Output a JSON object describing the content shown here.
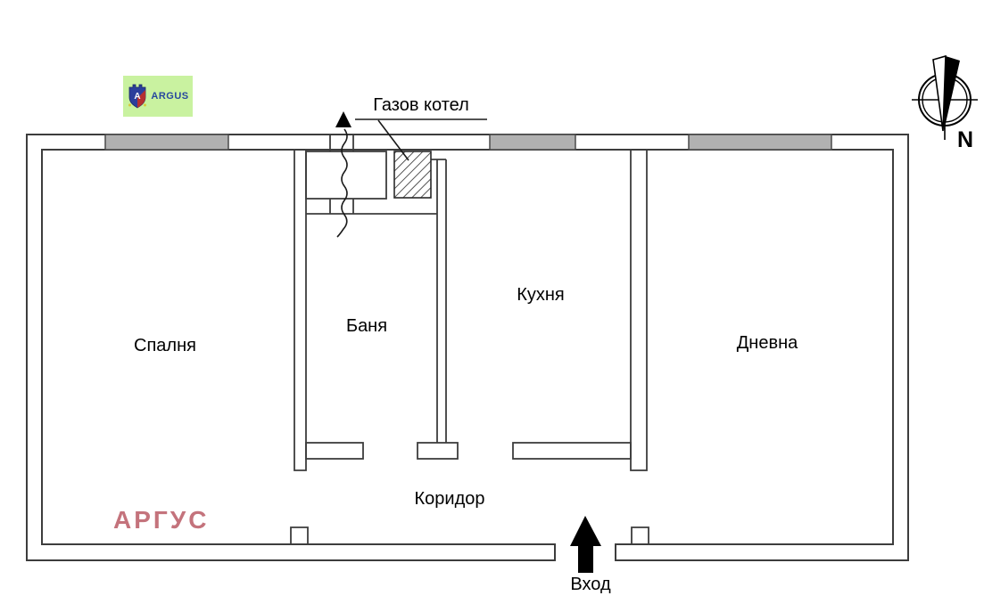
{
  "title": "Apartment floor plan",
  "branding": {
    "logo_text": "ARGUS",
    "watermark": "АРГУС"
  },
  "rooms": {
    "bedroom": "Спалня",
    "bathroom": "Баня",
    "kitchen": "Кухня",
    "living": "Дневна",
    "corridor": "Коридор"
  },
  "annotations": {
    "boiler": "Газов котел",
    "entrance": "Вход",
    "compass_north": "N"
  },
  "icons": {
    "compass": "compass-rose-icon",
    "entrance_arrow": "up-arrow-icon",
    "flue_arrow": "up-arrow-icon",
    "logo_shield": "shield-icon"
  },
  "colors": {
    "wall_line": "#3d3d3d",
    "window_fill": "#b1b1b1",
    "window_stroke": "#4a4a4a",
    "watermark": "#c4737c",
    "logo_bg": "#c9f2a0",
    "logo_text": "#27479e",
    "shield_blue": "#2b3f9b",
    "shield_red": "#b53030",
    "arrow_black": "#000000",
    "hatch_line": "#2a2a2a"
  }
}
